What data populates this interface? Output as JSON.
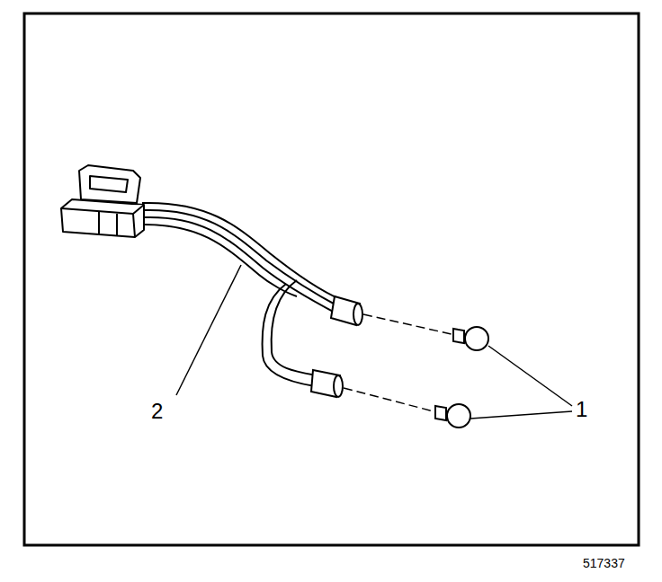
{
  "diagram": {
    "labels": [
      "2",
      "1",
      "517337"
    ]
  }
}
